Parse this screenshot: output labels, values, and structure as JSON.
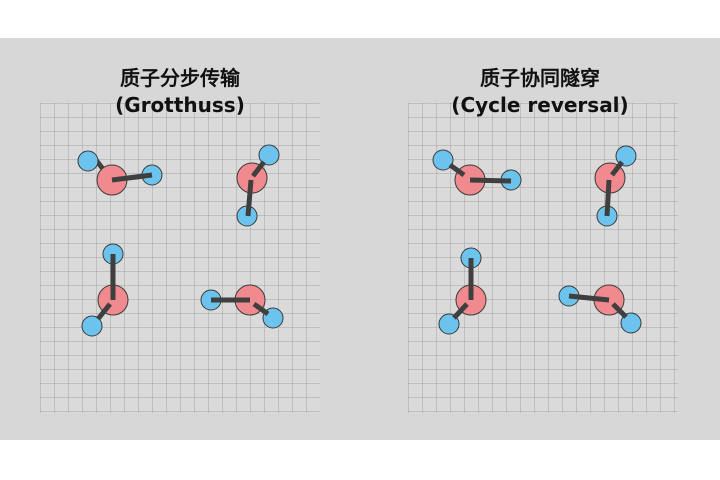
{
  "panels": [
    {
      "title_line1": "质子分步传输",
      "title_line2": "(Grotthuss)"
    },
    {
      "title_line1": "质子协同隧穿",
      "title_line2": "(Cycle reversal)"
    }
  ],
  "colors": {
    "background": "#d7d7d7",
    "oxygen": "#f08a8f",
    "hydrogen": "#6cc4ee",
    "bond": "#3f3f3f",
    "outline": "#444444"
  }
}
